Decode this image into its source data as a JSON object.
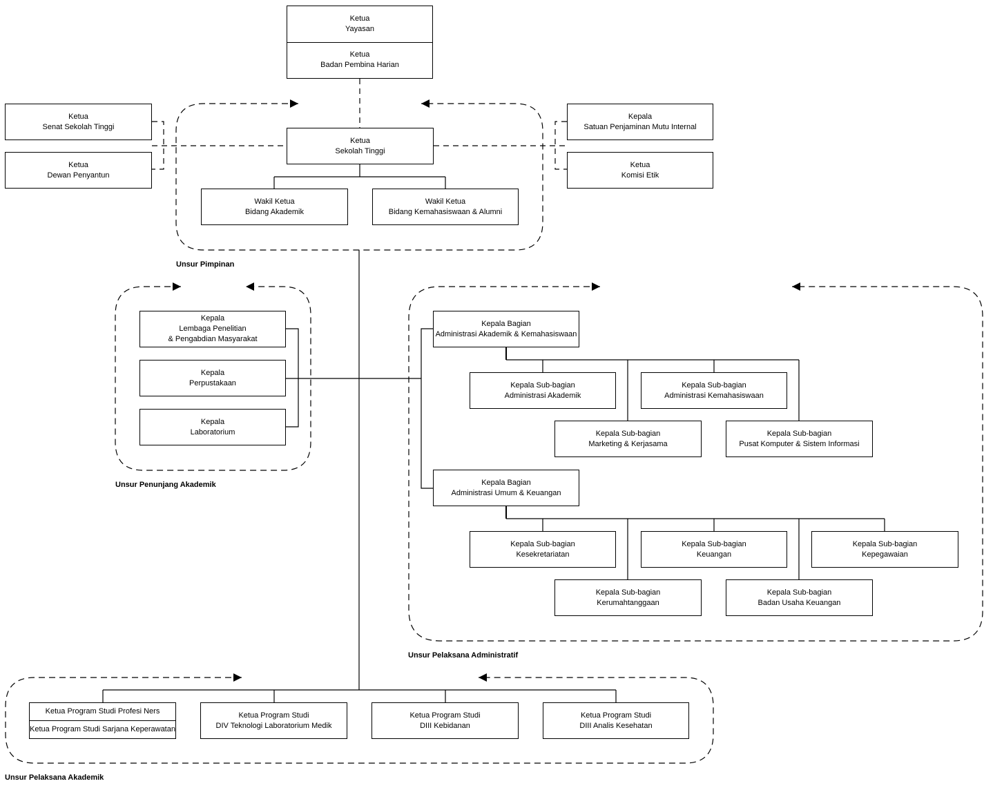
{
  "boxes": {
    "yayasan": [
      "Ketua",
      "Yayasan"
    ],
    "bph": [
      "Ketua",
      "Badan Pembina Harian"
    ],
    "senat": [
      "Ketua",
      "Senat Sekolah Tinggi"
    ],
    "dewan": [
      "Ketua",
      "Dewan Penyantun"
    ],
    "ketua_st": [
      "Ketua",
      "Sekolah Tinggi"
    ],
    "spmi": [
      "Kepala",
      "Satuan Penjaminan Mutu Internal"
    ],
    "etik": [
      "Ketua",
      "Komisi Etik"
    ],
    "wk_akademik": [
      "Wakil Ketua",
      "Bidang Akademik"
    ],
    "wk_kemahasiswaan": [
      "Wakil Ketua",
      "Bidang Kemahasiswaan & Alumni"
    ],
    "lppm": [
      "Kepala",
      "Lembaga Penelitian",
      "& Pengabdian Masyarakat"
    ],
    "perpustakaan": [
      "Kepala",
      "Perpustakaan"
    ],
    "laboratorium": [
      "Kepala",
      "Laboratorium"
    ],
    "baak": [
      "Kepala Bagian",
      "Administrasi Akademik & Kemahasiswaan"
    ],
    "sub_akademik": [
      "Kepala Sub-bagian",
      "Administrasi Akademik"
    ],
    "sub_kemahasiswaan": [
      "Kepala Sub-bagian",
      "Administrasi Kemahasiswaan"
    ],
    "sub_marketing": [
      "Kepala Sub-bagian",
      "Marketing & Kerjasama"
    ],
    "sub_puskom": [
      "Kepala Sub-bagian",
      "Pusat Komputer & Sistem Informasi"
    ],
    "bauk": [
      "Kepala Bagian",
      "Administrasi Umum & Keuangan"
    ],
    "sub_kesekretariatan": [
      "Kepala Sub-bagian",
      "Kesekretariatan"
    ],
    "sub_keuangan": [
      "Kepala Sub-bagian",
      "Keuangan"
    ],
    "sub_kepegawaian": [
      "Kepala Sub-bagian",
      "Kepegawaian"
    ],
    "sub_kerumahtanggaan": [
      "Kepala Sub-bagian",
      "Kerumahtanggaan"
    ],
    "sub_usaha": [
      "Kepala Sub-bagian",
      "Badan Usaha Keuangan"
    ],
    "prodi_ners_top": [
      "Ketua Program Studi Profesi Ners"
    ],
    "prodi_ners_bottom": [
      "Ketua Program Studi Sarjana Keperawatan"
    ],
    "prodi_tlm": [
      "Ketua Program Studi",
      "DIV Teknologi Laboratorium Medik"
    ],
    "prodi_kebidanan": [
      "Ketua Program Studi",
      "DIII Kebidanan"
    ],
    "prodi_analis": [
      "Ketua Program Studi",
      "DIII Analis Kesehatan"
    ]
  },
  "groups": {
    "pimpinan": "Unsur Pimpinan",
    "penunjang": "Unsur Penunjang Akademik",
    "pelaksana_administratif": "Unsur Pelaksana Administratif",
    "pelaksana_akademik": "Unsur Pelaksana Akademik"
  }
}
